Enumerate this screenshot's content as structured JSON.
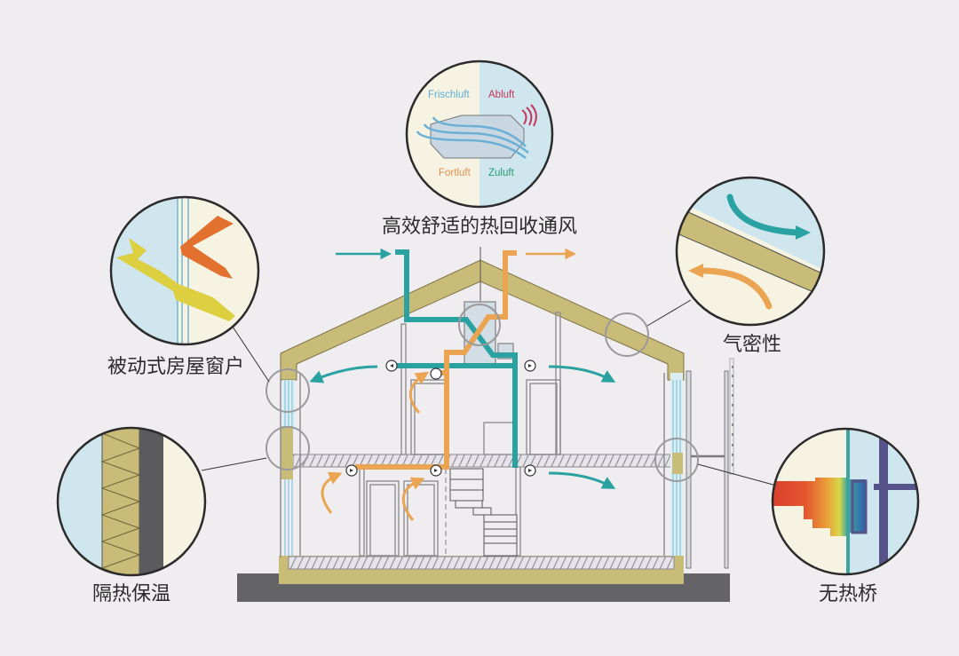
{
  "title": "高效舒适的热回收通风",
  "colors": {
    "background": "#efedef",
    "insulation": "#c9bb78",
    "supply_air": "#2aa2a2",
    "exhaust_air": "#eba451",
    "foundation": "#646466",
    "wall_line": "#8e8e90",
    "glass": "#8fc9df",
    "cold_side": "#cfe6ee",
    "warm_side": "#f6f3e3",
    "abluft_red": "#c4375a",
    "zuluft_green": "#2a9a6e",
    "fortluft_orange": "#e28e4e",
    "frischluft_blue": "#5aaed2",
    "thermal_frame": "#56528a"
  },
  "callouts": [
    {
      "id": "ventilation",
      "label": "高效舒适的热回收通风",
      "detail": "heat-recovery-unit"
    },
    {
      "id": "window",
      "label": "被动式房屋窗户",
      "detail": "triple-glazed-window"
    },
    {
      "id": "airtight",
      "label": "气密性",
      "detail": "airtight-roof-layer"
    },
    {
      "id": "insulation",
      "label": "隔热保温",
      "detail": "wall-insulation-layers"
    },
    {
      "id": "thermal_bridge",
      "label": "无热桥",
      "detail": "thermal-bridge-free-connection"
    }
  ],
  "hrv": {
    "frischluft": "Frischluft",
    "abluft": "Abluft",
    "fortluft": "Fortluft",
    "zuluft": "Zuluft"
  }
}
